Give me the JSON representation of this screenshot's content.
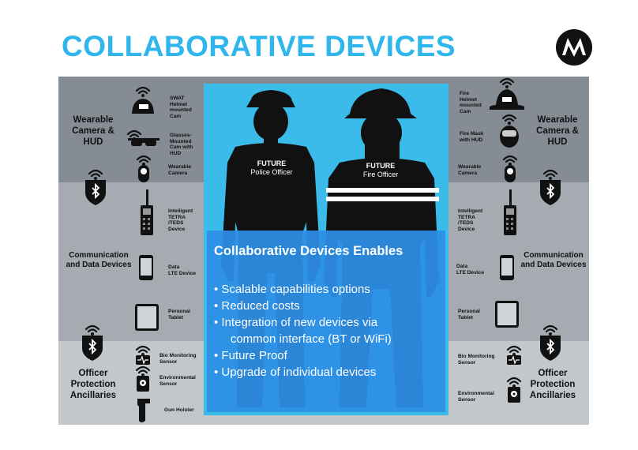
{
  "title": "COLLABORATIVE DEVICES",
  "left": {
    "categories": [
      {
        "key": "wearable",
        "text": "Wearable\nCamera &\nHUD"
      },
      {
        "key": "comm",
        "text": "Communication\nand Data Devices"
      },
      {
        "key": "officer",
        "text": "Officer\nProtection\nAncillaries"
      }
    ],
    "devices": [
      {
        "key": "swat",
        "label": "SWAT\nHelmet\nmounted\nCam"
      },
      {
        "key": "glasses",
        "label": "Glasses-\nMounted\nCam with\nHUD"
      },
      {
        "key": "wearcam",
        "label": "Wearable\nCamera"
      },
      {
        "key": "tetra",
        "label": "Intelligent\nTETRA\n/TEDS\nDevice"
      },
      {
        "key": "lte",
        "label": "Data\nLTE Device"
      },
      {
        "key": "tablet",
        "label": "Personal\nTablet"
      },
      {
        "key": "bio",
        "label": "Bio Monitoring\nSensor"
      },
      {
        "key": "env",
        "label": "Environmental\nSensor"
      },
      {
        "key": "holster",
        "label": "Gun Holster"
      }
    ]
  },
  "right": {
    "categories": [
      {
        "key": "wearable",
        "text": "Wearable\nCamera &\nHUD"
      },
      {
        "key": "comm",
        "text": "Communication\nand Data Devices"
      },
      {
        "key": "officer",
        "text": "Officer\nProtection\nAncillaries"
      }
    ],
    "devices": [
      {
        "key": "firehelmet",
        "label": "Fire\nHelmet\nmounted\nCam"
      },
      {
        "key": "firemask",
        "label": "Fire Mask\nwith HUD"
      },
      {
        "key": "wearcam",
        "label": "Wearable\nCamera"
      },
      {
        "key": "tetra",
        "label": "Intelligent\nTETRA\n/TEDS\nDevice"
      },
      {
        "key": "lte",
        "label": "Data\nLTE Device"
      },
      {
        "key": "tablet",
        "label": "Personal\nTablet"
      },
      {
        "key": "bio",
        "label": "Bio Monitoring\nSensor"
      },
      {
        "key": "env",
        "label": "Environmental\nSensor"
      }
    ]
  },
  "figures": {
    "police": {
      "line1": "FUTURE",
      "line2": "Police Officer"
    },
    "fire": {
      "line1": "FUTURE",
      "line2": "Fire Officer"
    }
  },
  "enables": {
    "title": "Collaborative Devices Enables",
    "bullets": [
      "•  Scalable capabilities options",
      "•  Reduced costs",
      "•  Integration of new devices via",
      "     common interface (BT or WiFi)",
      "•  Future Proof",
      "•  Upgrade of individual devices"
    ]
  },
  "colors": {
    "title": "#2fb6ec",
    "center_bg": "#3bbbea",
    "enables_bg": "#2d8fe6",
    "band_dark": "#858c93",
    "band_mid": "#a5abb1",
    "band_light": "#c2c7cc"
  },
  "icons": [
    "motorola-logo",
    "wifi-icon",
    "bluetooth-shield-icon",
    "helmet-camera-icon",
    "glasses-camera-icon",
    "wearable-camera-icon",
    "radio-icon",
    "phone-icon",
    "tablet-icon",
    "bio-sensor-icon",
    "environmental-sensor-icon",
    "gun-holster-icon",
    "fire-helmet-icon",
    "fire-mask-icon"
  ]
}
